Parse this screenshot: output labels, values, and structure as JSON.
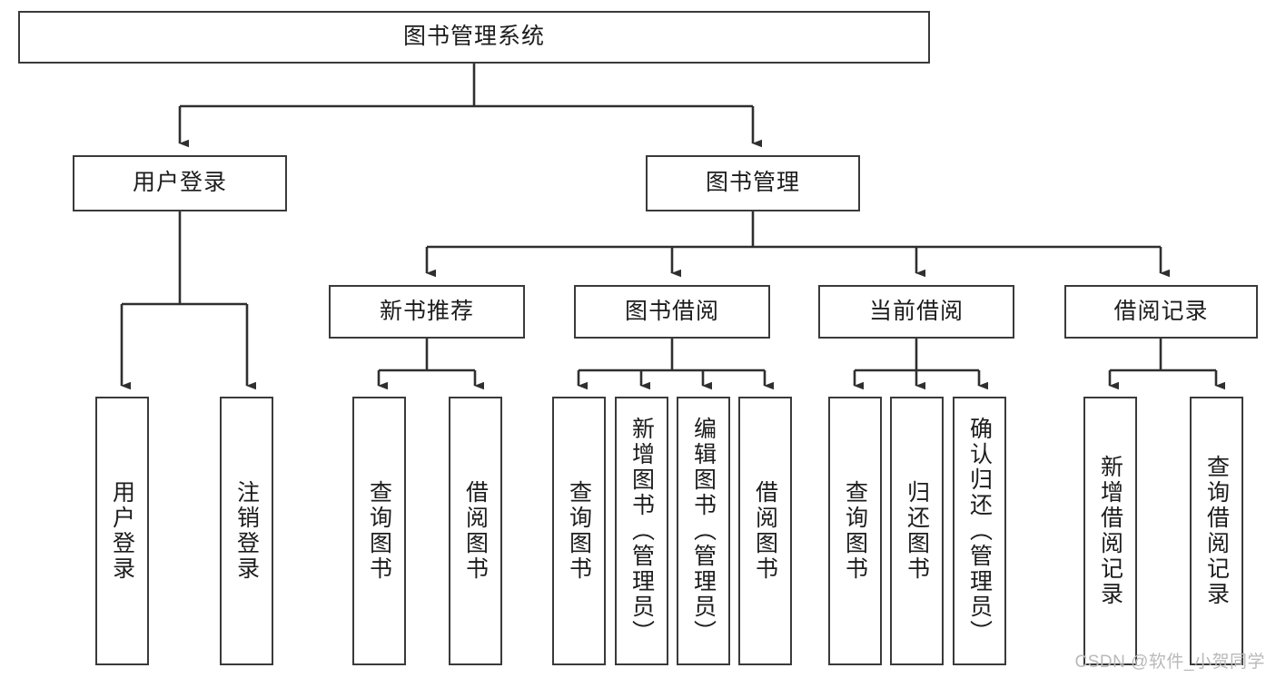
{
  "diagram": {
    "title": "图书管理系统",
    "watermark": "CSDN @软件_小贺同学",
    "colors": {
      "box_border": "#3a3a3a",
      "box_fill": "#ffffff",
      "edge": "#2f2f2f",
      "text": "#1c1c1c",
      "watermark": "#b9b9b9",
      "background": "#ffffff"
    },
    "root": {
      "label": "图书管理系统"
    },
    "level2": [
      {
        "label": "用户登录"
      },
      {
        "label": "图书管理"
      }
    ],
    "level3": [
      {
        "label": "新书推荐"
      },
      {
        "label": "图书借阅"
      },
      {
        "label": "当前借阅"
      },
      {
        "label": "借阅记录"
      }
    ],
    "leaves": {
      "user_login": [
        {
          "label": "用户登录"
        },
        {
          "label": "注销登录"
        }
      ],
      "new_book_recommend": [
        {
          "label": "查询图书"
        },
        {
          "label": "借阅图书"
        }
      ],
      "book_borrow": [
        {
          "label": "查询图书"
        },
        {
          "label": "新增图书（管理员）"
        },
        {
          "label": "编辑图书（管理员）"
        },
        {
          "label": "借阅图书"
        }
      ],
      "current_borrow": [
        {
          "label": "查询图书"
        },
        {
          "label": "归还图书"
        },
        {
          "label": "确认归还（管理员）"
        }
      ],
      "borrow_record": [
        {
          "label": "新增借阅记录"
        },
        {
          "label": "查询借阅记录"
        }
      ]
    }
  }
}
